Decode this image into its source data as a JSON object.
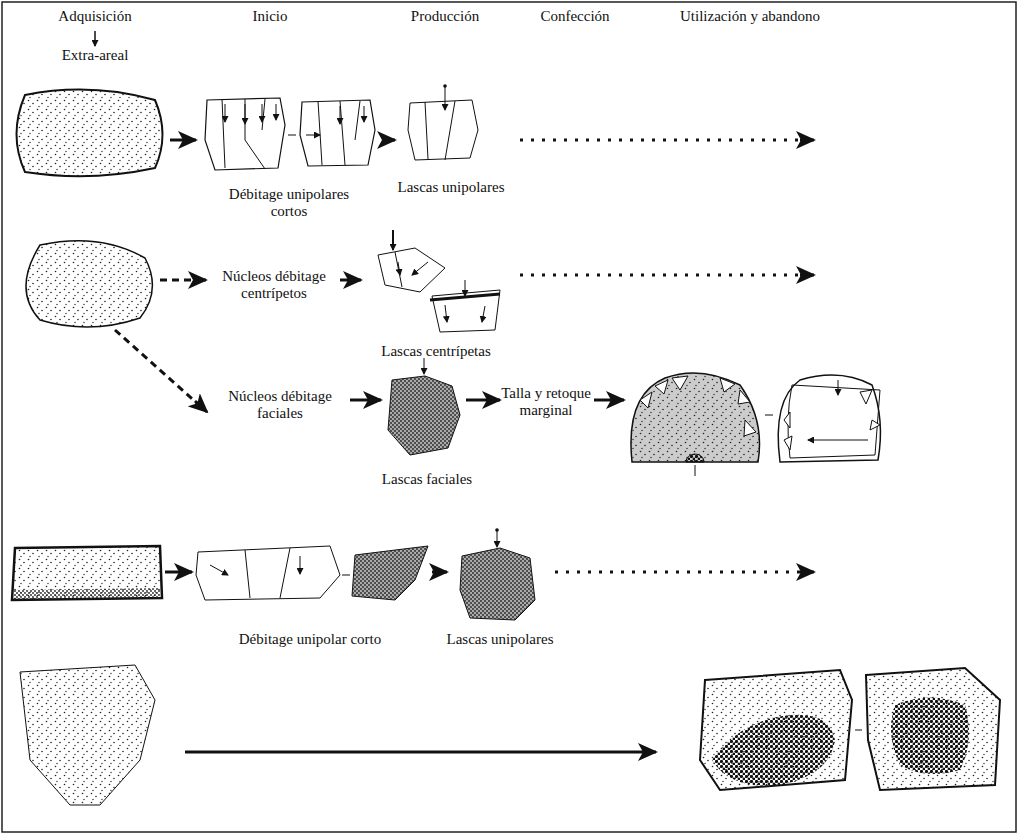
{
  "diagram": {
    "nodes": [
      {
        "text": [
          "Débitage unipolares cortos"
        ]
      },
      {
        "text": [
          "Lascas unipolares"
        ]
      },
      {
        "text": [
          "Núcleos débitage centrípetos"
        ]
      },
      {
        "text": [
          "Lascas centrípetas"
        ]
      },
      {
        "text": [
          "Núcleos débitage faciales"
        ]
      },
      {
        "text": [
          "Lascas faciales"
        ]
      },
      {
        "text": [
          "Débitage unipolar corto"
        ]
      },
      {
        "text": [
          "Lascas unipolares"
        ]
      }
    ],
    "edges": [
      {
        "from": 0,
        "to": 1,
        "arrow": "to"
      },
      {
        "from": 2,
        "to": 3,
        "arrow": "to"
      },
      {
        "from": 4,
        "to": 5,
        "arrow": "to"
      },
      {
        "from": 6,
        "to": 7,
        "arrow": "to"
      }
    ],
    "labels": [
      "Adquisición",
      "Extra-areal",
      "Inicio",
      "Producción",
      "Confección",
      "Utilización y abandono",
      "Talla y retoque marginal"
    ]
  }
}
